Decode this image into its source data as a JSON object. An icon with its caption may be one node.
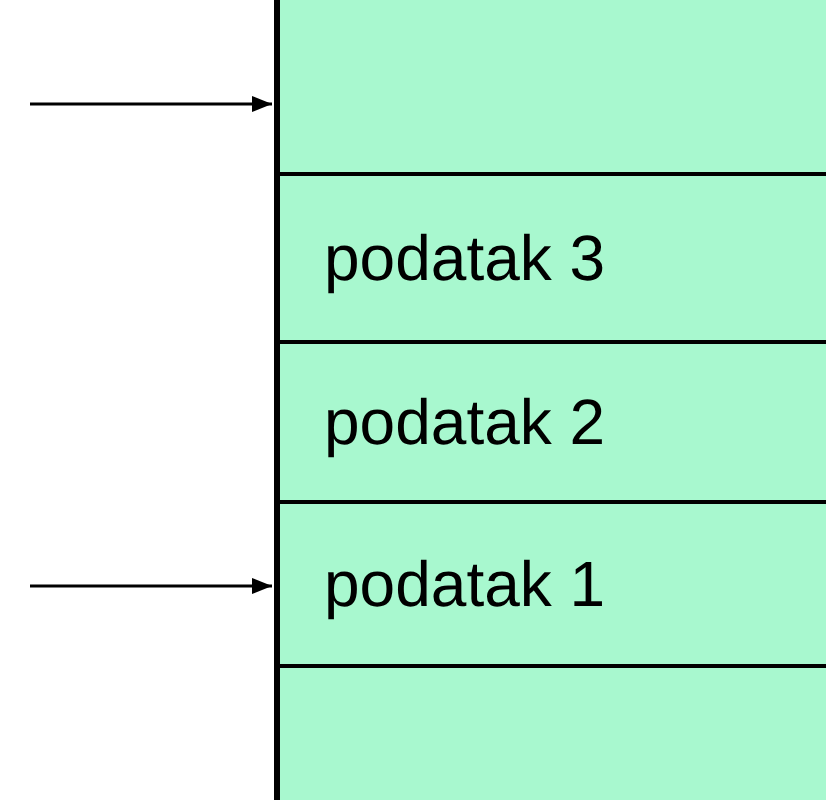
{
  "diagram": {
    "nodes": [
      {
        "text": [],
        "shape": "box"
      },
      {
        "text": [
          "podatak 3"
        ]
      },
      {
        "text": [
          "podatak 2"
        ]
      },
      {
        "text": [
          "podatak 1"
        ]
      },
      {
        "text": [],
        "shape": "box"
      }
    ],
    "edges": [
      {
        "from": null,
        "to": 0,
        "arrow": "to"
      },
      {
        "from": null,
        "to": 3,
        "arrow": "to"
      }
    ]
  }
}
